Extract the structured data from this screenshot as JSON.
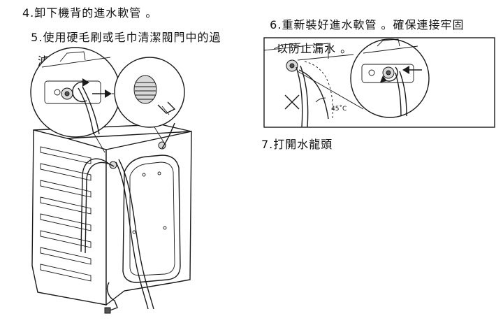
{
  "steps": {
    "step4": "4.卸下機背的進水軟管 。",
    "step5_line1": "5.使用硬毛刷或毛巾清潔閥門中的過",
    "step5_line2": "濾器 。",
    "step6_line1": "6.重新裝好進水軟管 。確保連接牢固",
    "step6_line2": "以防止漏水 。",
    "step7": "7.打開水龍頭"
  },
  "figure": {
    "temperature_label": "45˚C"
  },
  "icons": {
    "washer": "washing-machine-back-illustration",
    "valve": "inlet-valve-icon",
    "filter": "filter-mesh-icon",
    "rotate": "rotate-arrow-icon",
    "pull": "pull-out-arrow-icon",
    "push": "push-in-arrow-icon",
    "wrong": "x-mark-icon"
  }
}
